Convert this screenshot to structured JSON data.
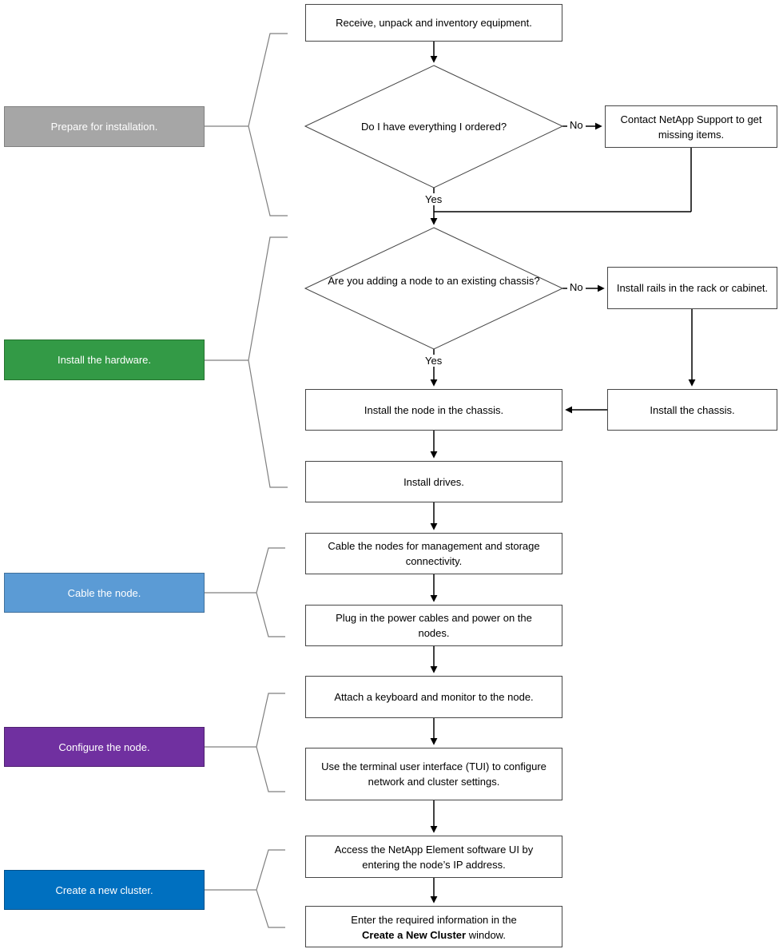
{
  "edge_labels": {
    "yes": "Yes",
    "no": "No"
  },
  "phases": [
    {
      "label": "Prepare for installation.",
      "fill": "#a6a6a6",
      "border": "#808080"
    },
    {
      "label": "Install the hardware.",
      "fill": "#339a46",
      "border": "#26732f"
    },
    {
      "label": "Cable the node.",
      "fill": "#5b9bd5",
      "border": "#41719c"
    },
    {
      "label": "Configure the node.",
      "fill": "#7030a0",
      "border": "#4f2170"
    },
    {
      "label": "Create a new cluster.",
      "fill": "#0070c0",
      "border": "#00508a"
    }
  ],
  "steps": {
    "receive": "Receive, unpack and inventory equipment.",
    "decision_everything_ordered": "Do I have everything I ordered?",
    "contact_support": "Contact NetApp Support to get missing items.",
    "decision_existing_chassis": "Are you adding a node to an existing chassis?",
    "install_rails": "Install rails in the rack or cabinet.",
    "install_chassis": "Install the chassis.",
    "install_node": "Install the node in the chassis.",
    "install_drives": "Install drives.",
    "cable_nodes": "Cable the nodes for management and storage connectivity.",
    "plug_power": "Plug in the power cables and power on the nodes.",
    "attach_keyboard": "Attach a keyboard and monitor to the node.",
    "use_tui": "Use the terminal user interface (TUI) to configure network and cluster settings.",
    "access_ui": "Access the NetApp Element software UI by entering the node’s IP address.",
    "enter_info_prefix": "Enter the required information in the",
    "enter_info_bold": "Create a New Cluster",
    "enter_info_suffix": " window."
  },
  "colors": {
    "flow_line": "#000000",
    "brace_line": "#7f7f7f",
    "box_border": "#464646"
  }
}
